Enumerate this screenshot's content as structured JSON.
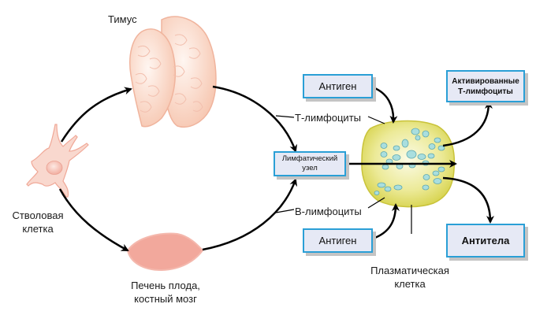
{
  "labels": {
    "thymus": "Тимус",
    "stem_cell_line1": "Стволовая",
    "stem_cell_line2": "клетка",
    "liver_line1": "Печень плода,",
    "liver_line2": "костный мозг",
    "t_lymphocytes": "Т-лимфоциты",
    "b_lymphocytes": "В-лимфоциты",
    "plasma_cell_line1": "Плазматическая",
    "plasma_cell_line2": "клетка"
  },
  "boxes": {
    "antigen_top": "Антиген",
    "antigen_bottom": "Антиген",
    "lymph_node_line1": "Лимфатический",
    "lymph_node_line2": "узел",
    "activated_line1": "Активированные",
    "activated_line2": "Т-лимфоциты",
    "antibodies": "Антитела"
  },
  "colors": {
    "box_fill": "#e6e9f5",
    "box_border": "#2a9fd6",
    "thymus": "#f9d2bf",
    "liver": "#f2a89c",
    "stem_cell": "#f8cfc4",
    "plasma_cell": "#e4e07a",
    "granule": "#a9dede"
  }
}
